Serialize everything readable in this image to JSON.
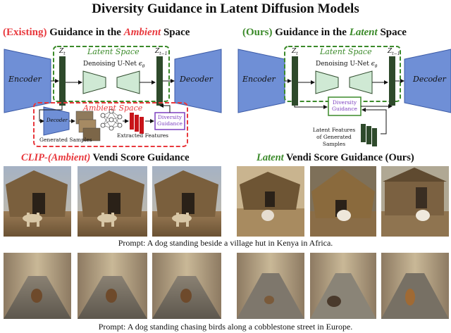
{
  "title": "Diversity Guidance in Latent Diffusion Models",
  "left_panel": {
    "title_tag": "(Existing)",
    "title_mid": " Guidance in the ",
    "title_emph": "Ambient",
    "title_end": " Space",
    "encoder": "Encoder",
    "decoder": "Decoder",
    "latent_space": "Latent Space",
    "z_t": "Z",
    "z_t_sub": "t",
    "z_t1": "Z",
    "z_t1_sub": "t−1",
    "unet": "Denoising U-Net",
    "unet_eps": "ϵ",
    "unet_theta": "θ",
    "ambient_space": "Ambient Space",
    "inner_decoder": "Decoder",
    "generated_samples": "Generated Samples",
    "extracted_features": "Extracted Features",
    "diversity_guidance_1": "Diversity",
    "diversity_guidance_2": "Guidance"
  },
  "right_panel": {
    "title_tag": "(Ours)",
    "title_mid": " Guidance in the ",
    "title_emph": "Latent",
    "title_end": " Space",
    "encoder": "Encoder",
    "decoder": "Decoder",
    "latent_space": "Latent Space",
    "z_t": "Z",
    "z_t_sub": "t",
    "z_t1": "Z",
    "z_t1_sub": "t−1",
    "unet": "Denoising U-Net",
    "unet_eps": "ϵ",
    "unet_theta": "θ",
    "diversity_guidance_1": "Diversity",
    "diversity_guidance_2": "Guidance",
    "latent_features_1": "Latent Features",
    "latent_features_2": "of Generated Samples"
  },
  "captions": {
    "left_emph": "CLIP-(Ambient)",
    "left_rest": " Vendi Score Guidance",
    "right_emph": "Latent",
    "right_rest": " Vendi Score Guidance (Ours)"
  },
  "prompts": {
    "p1": "Prompt: A dog standing beside a village hut in Kenya in Africa.",
    "p2": "Prompt: A dog standing chasing birds along a cobblestone street in Europe."
  },
  "colors": {
    "red": "#e8383d",
    "green": "#3b8a2a",
    "encoder_blue": "#6f8fd6",
    "z_dark": "#2e4a2b",
    "unet_fill": "#cfe9d4",
    "feature_red": "#c8141a",
    "diversity_purple": "#7c3fbf"
  }
}
